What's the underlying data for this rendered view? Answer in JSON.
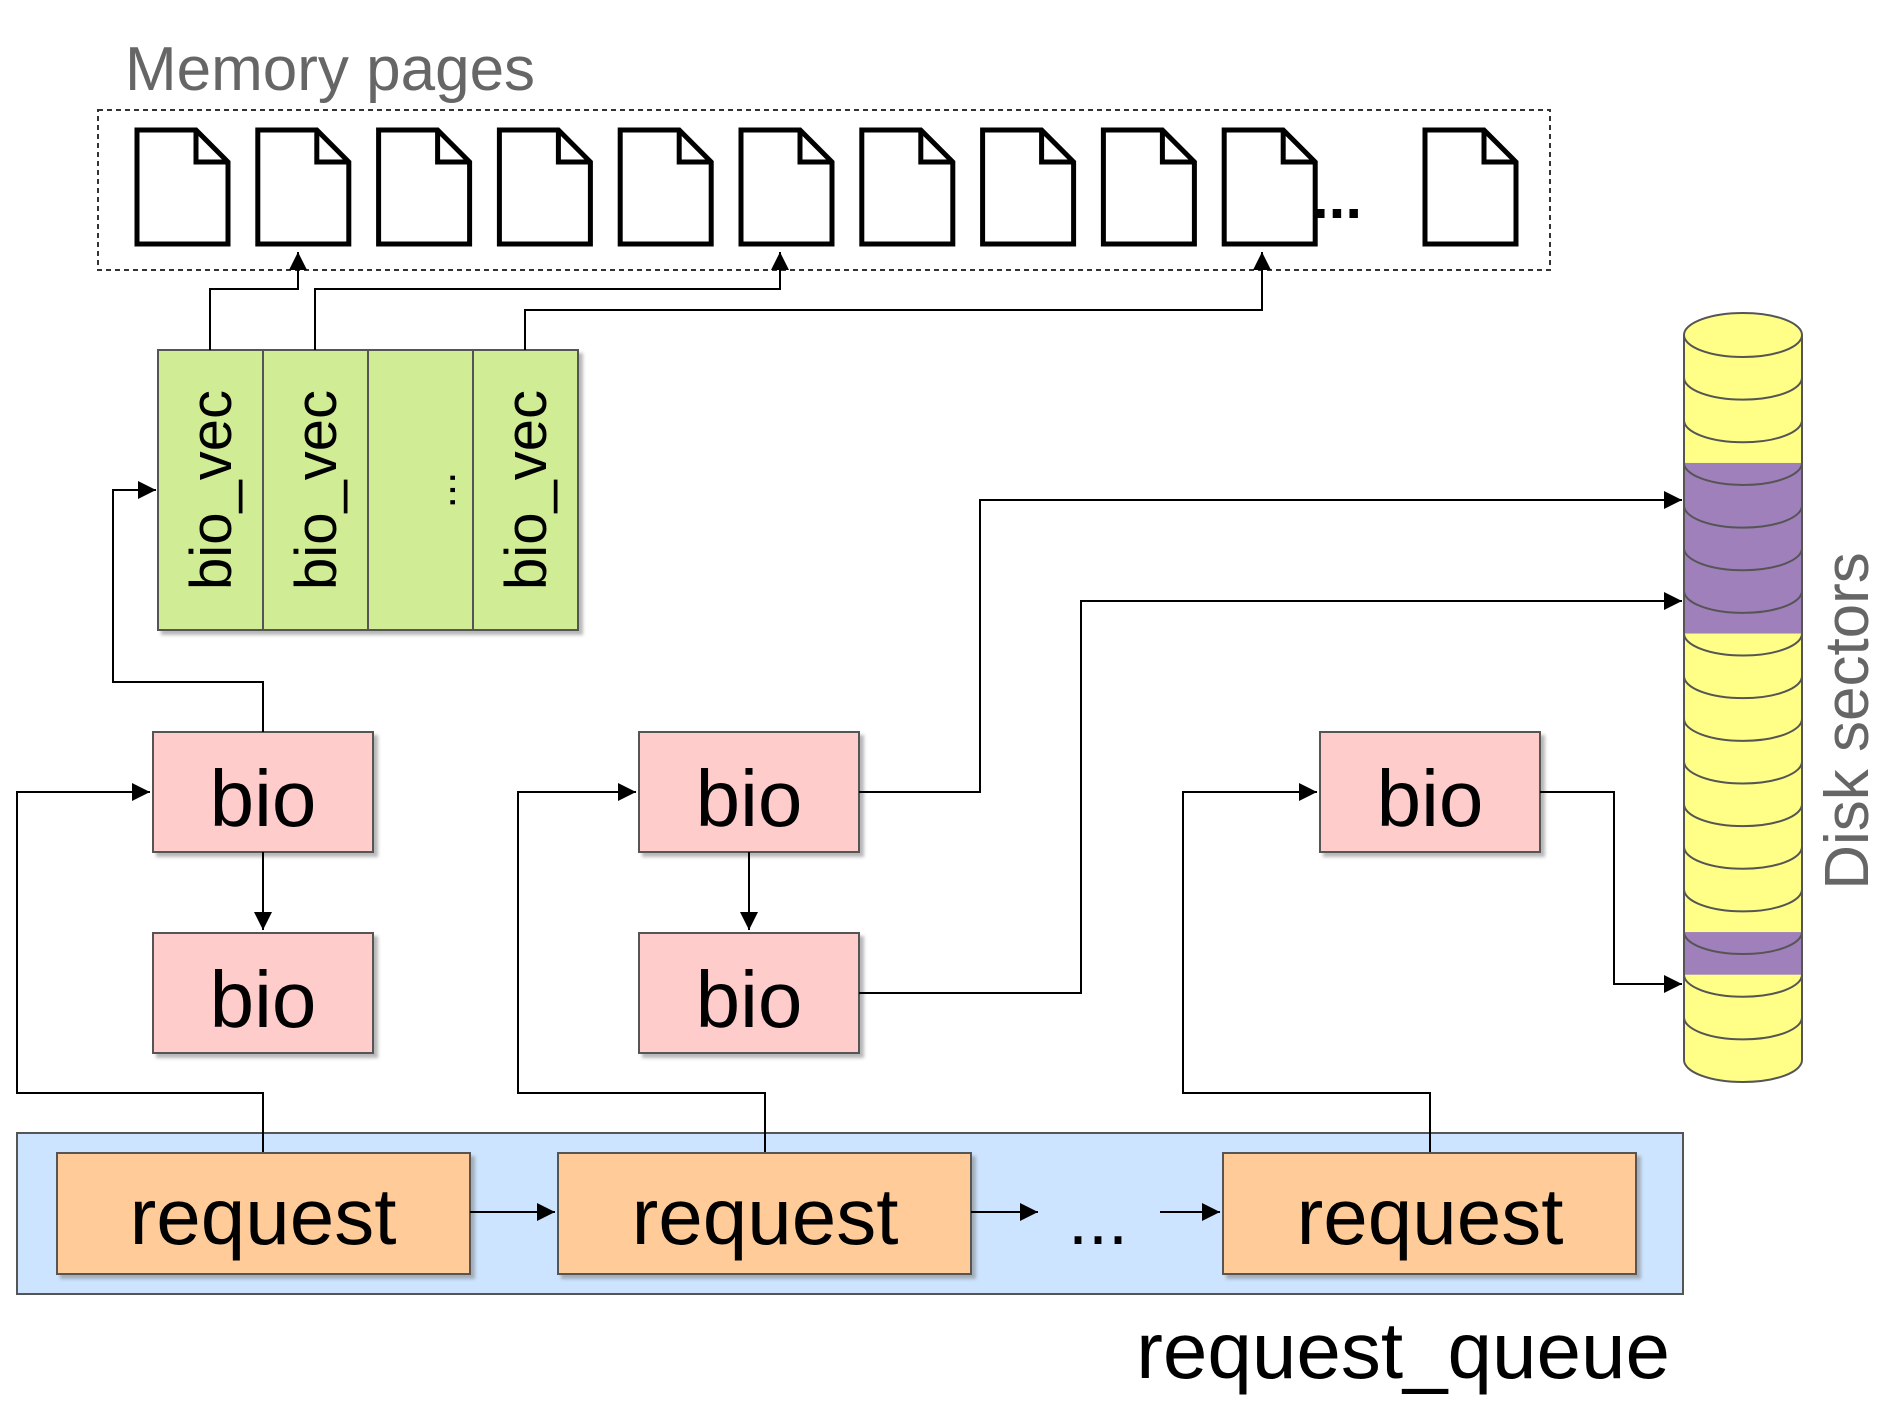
{
  "title": "Memory pages",
  "pages": {
    "count": 11,
    "ellipsis": "..."
  },
  "bio_vec_array": {
    "cells": [
      "bio_vec",
      "bio_vec",
      "...",
      "bio_vec"
    ]
  },
  "bio_label": "bio",
  "request_label": "request",
  "request_ellipsis": "...",
  "queue_label": "request_queue",
  "disk": {
    "label": "Disk sectors",
    "sectors": [
      "free",
      "free",
      "free",
      "used",
      "used",
      "used",
      "used",
      "free",
      "free",
      "free",
      "free",
      "free",
      "free",
      "free",
      "used",
      "free",
      "free"
    ]
  },
  "colors": {
    "bio_vec_fill": "#d0ec94",
    "bio_fill": "#ffcccc",
    "request_fill": "#ffcc99",
    "queue_fill": "#cce4ff",
    "sector_free": "#ffff88",
    "sector_used": "#a080bb",
    "muted_text": "#666666"
  }
}
